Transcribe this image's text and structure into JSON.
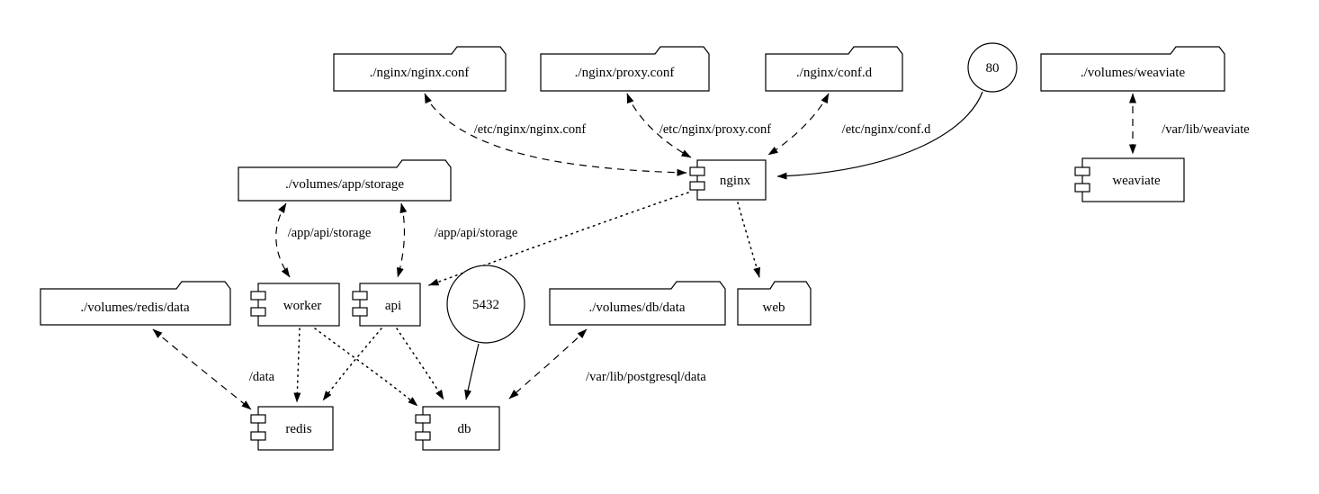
{
  "diagram": {
    "background": "#ffffff",
    "stroke_color": "#000000",
    "nodes": {
      "nginx_conf_file": {
        "label": "./nginx/nginx.conf",
        "shape": "folder"
      },
      "proxy_conf_file": {
        "label": "./nginx/proxy.conf",
        "shape": "folder"
      },
      "conf_d_dir": {
        "label": "./nginx/conf.d",
        "shape": "folder"
      },
      "port_80": {
        "label": "80",
        "shape": "circle"
      },
      "volumes_weaviate": {
        "label": "./volumes/weaviate",
        "shape": "folder"
      },
      "volumes_app_storage": {
        "label": "./volumes/app/storage",
        "shape": "folder"
      },
      "nginx": {
        "label": "nginx",
        "shape": "component"
      },
      "weaviate": {
        "label": "weaviate",
        "shape": "component"
      },
      "volumes_redis_data": {
        "label": "./volumes/redis/data",
        "shape": "folder"
      },
      "worker": {
        "label": "worker",
        "shape": "component"
      },
      "api": {
        "label": "api",
        "shape": "component"
      },
      "port_5432": {
        "label": "5432",
        "shape": "circle"
      },
      "volumes_db_data": {
        "label": "./volumes/db/data",
        "shape": "folder"
      },
      "web": {
        "label": "web",
        "shape": "folder"
      },
      "redis": {
        "label": "redis",
        "shape": "component"
      },
      "db": {
        "label": "db",
        "shape": "component"
      }
    },
    "edges": [
      {
        "from": "nginx_conf_file",
        "to": "nginx",
        "label": "/etc/nginx/nginx.conf",
        "style": "dashed",
        "bidirectional": true
      },
      {
        "from": "proxy_conf_file",
        "to": "nginx",
        "label": "/etc/nginx/proxy.conf",
        "style": "dashed",
        "bidirectional": true
      },
      {
        "from": "conf_d_dir",
        "to": "nginx",
        "label": "/etc/nginx/conf.d",
        "style": "dashed",
        "bidirectional": true
      },
      {
        "from": "port_80",
        "to": "nginx",
        "label": "",
        "style": "solid",
        "bidirectional": false
      },
      {
        "from": "volumes_weaviate",
        "to": "weaviate",
        "label": "/var/lib/weaviate",
        "style": "dashed",
        "bidirectional": true
      },
      {
        "from": "volumes_app_storage",
        "to": "worker",
        "label": "/app/api/storage",
        "style": "dashed",
        "bidirectional": true
      },
      {
        "from": "volumes_app_storage",
        "to": "api",
        "label": "/app/api/storage",
        "style": "dashed",
        "bidirectional": true
      },
      {
        "from": "volumes_redis_data",
        "to": "redis",
        "label": "/data",
        "style": "dashed",
        "bidirectional": true
      },
      {
        "from": "volumes_db_data",
        "to": "db",
        "label": "/var/lib/postgresql/data",
        "style": "dashed",
        "bidirectional": true
      },
      {
        "from": "port_5432",
        "to": "db",
        "label": "",
        "style": "solid",
        "bidirectional": false
      },
      {
        "from": "nginx",
        "to": "api",
        "label": "",
        "style": "dotted",
        "bidirectional": false
      },
      {
        "from": "nginx",
        "to": "web",
        "label": "",
        "style": "dotted",
        "bidirectional": false
      },
      {
        "from": "worker",
        "to": "redis",
        "label": "",
        "style": "dotted",
        "bidirectional": false
      },
      {
        "from": "worker",
        "to": "db",
        "label": "",
        "style": "dotted",
        "bidirectional": false
      },
      {
        "from": "api",
        "to": "redis",
        "label": "",
        "style": "dotted",
        "bidirectional": false
      },
      {
        "from": "api",
        "to": "db",
        "label": "",
        "style": "dotted",
        "bidirectional": false
      }
    ]
  }
}
